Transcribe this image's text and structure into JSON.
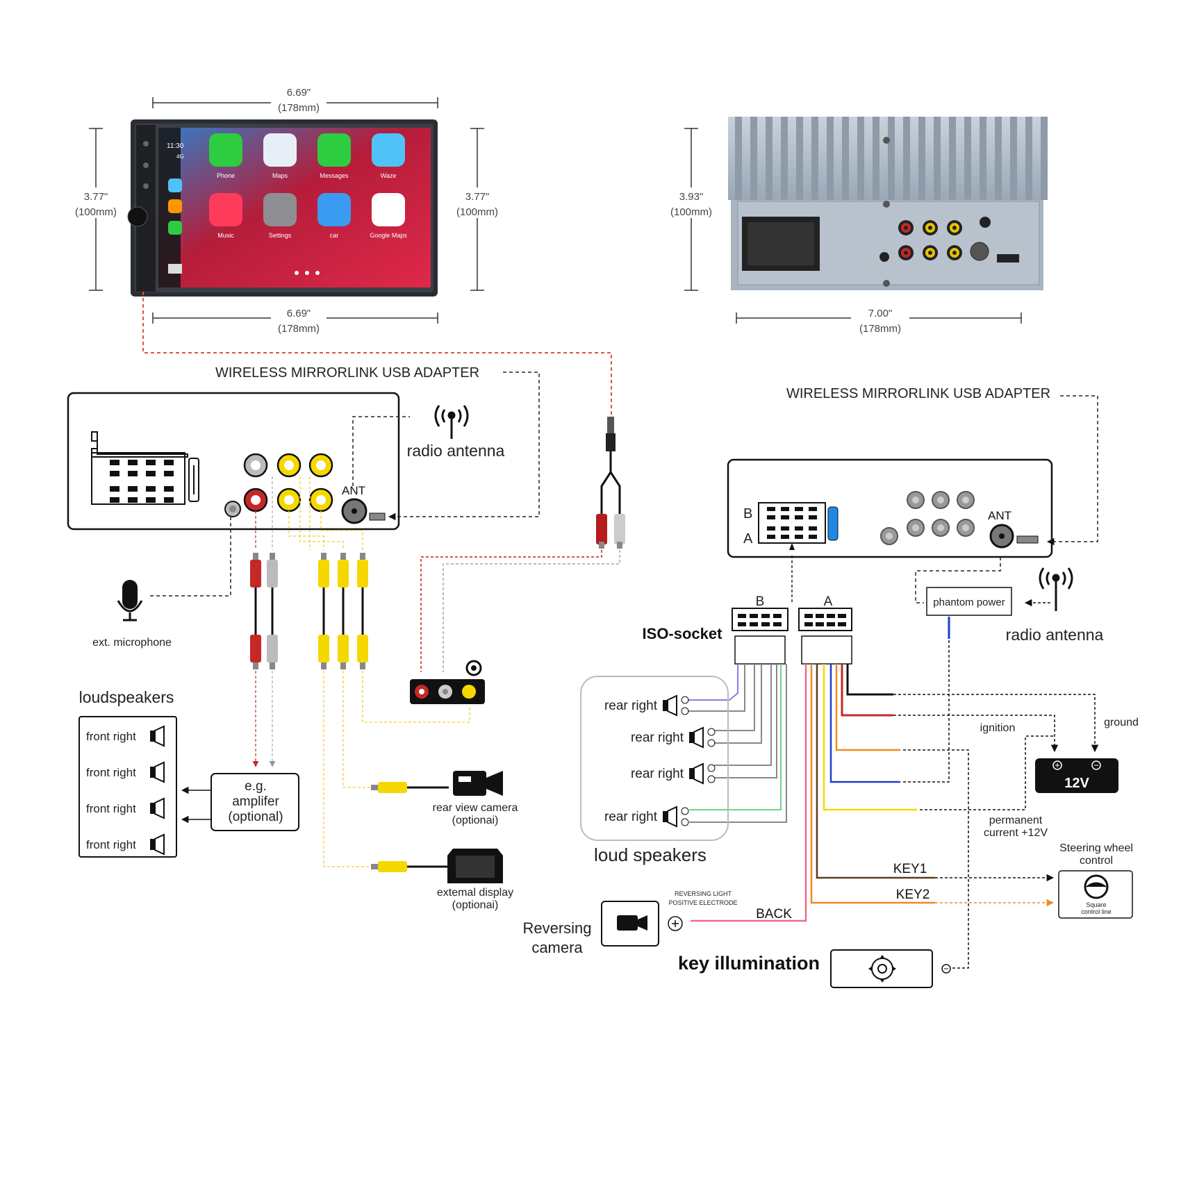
{
  "dimensions": {
    "front_width_top": "6.69\"",
    "front_width_top_mm": "(178mm)",
    "front_height_left": "3.77\"",
    "front_height_left_mm": "(100mm)",
    "front_height_right": "3.77\"",
    "front_height_right_mm": "(100mm)",
    "front_width_bottom": "6.69\"",
    "front_width_bottom_mm": "(178mm)",
    "back_height": "3.93\"",
    "back_height_mm": "(100mm)",
    "back_width": "7.00\"",
    "back_width_mm": "(178mm)"
  },
  "screen": {
    "time": "11:30",
    "signal": "4G",
    "apps": [
      {
        "label": "Phone",
        "color": "#2ecc40",
        "icon": "phone-icon"
      },
      {
        "label": "Maps",
        "color": "#e8eef5",
        "icon": "maps-icon"
      },
      {
        "label": "Messages",
        "color": "#2ecc40",
        "icon": "messages-icon"
      },
      {
        "label": "Waze",
        "color": "#4fc3f7",
        "icon": "waze-icon"
      },
      {
        "label": "Music",
        "color": "#ff3b5c",
        "icon": "music-icon"
      },
      {
        "label": "Settings",
        "color": "#8e8e93",
        "icon": "settings-icon"
      },
      {
        "label": "car",
        "color": "#3a9bf0",
        "icon": "car-icon"
      },
      {
        "label": "Google Maps",
        "color": "#ffffff",
        "icon": "google-maps-icon"
      }
    ]
  },
  "left": {
    "adapter_label": "WIRELESS MIRRORLINK USB ADAPTER",
    "antenna_label": "radio antenna",
    "ant_label": "ANT",
    "mic_label": "ext. microphone",
    "loudspeakers_title": "loudspeakers",
    "speakers": [
      "front right",
      "front right",
      "front right",
      "front right"
    ],
    "amplifier_label": [
      "e.g.",
      "amplifer",
      "(optional)"
    ],
    "rear_camera_label": [
      "rear view camera",
      "(optionai)"
    ],
    "display_label": [
      "extemal display",
      "(optionai)"
    ]
  },
  "right": {
    "adapter_label": "WIRELESS MIRRORLINK USB ADAPTER",
    "ant_label": "ANT",
    "connector_b": "B",
    "connector_a": "A",
    "iso_label": "ISO-socket",
    "iso_b": "B",
    "iso_a": "A",
    "phantom_power": "phantom power",
    "antenna_label": "radio antenna",
    "speakers": [
      "rear right",
      "rear right",
      "rear right",
      "rear right"
    ],
    "speakers_title": "loud speakers",
    "ignition": "ignition",
    "ground": "ground",
    "battery": "12V",
    "permanent": [
      "permanent",
      "current +12V"
    ],
    "steering": [
      "Steering wheel",
      "control"
    ],
    "steering_small": [
      "Square",
      "control line"
    ],
    "key1": "KEY1",
    "key2": "KEY2",
    "back": "BACK",
    "reversing_light": [
      "REVERSING LIGHT",
      "POSITIVE ELECTRODE"
    ],
    "reversing_camera": [
      "Reversing",
      "camera"
    ],
    "key_illumination": "key illumination"
  },
  "colors": {
    "yellow": "#f5d800",
    "red": "#c62828",
    "grey": "#bdbdbd",
    "orange": "#f08a24",
    "blue": "#1e3cc8",
    "pink": "#f06b8a",
    "green": "#6fd38a",
    "purple": "#8c7be0",
    "dash_red": "#d9534f",
    "dash_yellow": "#f2d64b"
  }
}
